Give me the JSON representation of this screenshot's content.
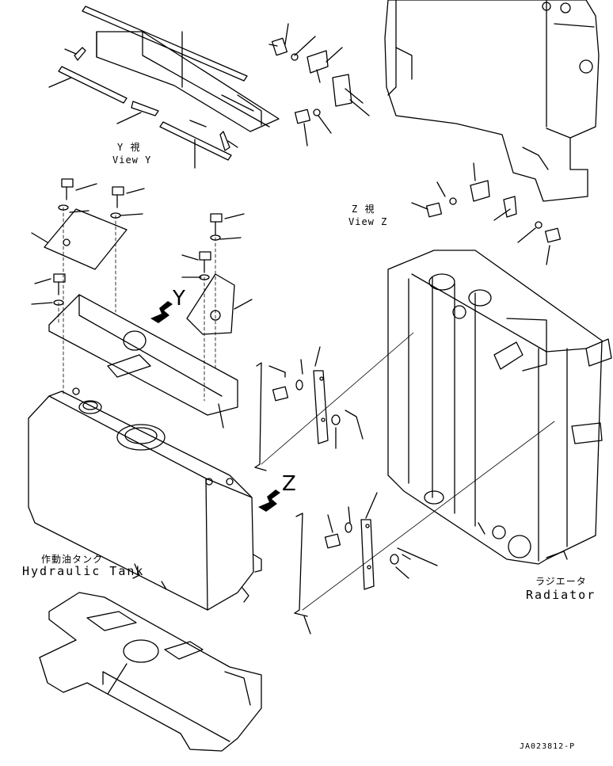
{
  "view_y": {
    "jp": "Y  視",
    "en": "View Y"
  },
  "view_z": {
    "jp": "Z  視",
    "en": "View Z"
  },
  "arrow_y_letter": "Y",
  "arrow_z_letter": "Z",
  "hydraulic_tank": {
    "jp": "作動油タンク",
    "en": "Hydraulic Tank"
  },
  "radiator": {
    "jp": "ラジエータ",
    "en": "Radiator"
  },
  "drawing_code": "JA023812-P"
}
